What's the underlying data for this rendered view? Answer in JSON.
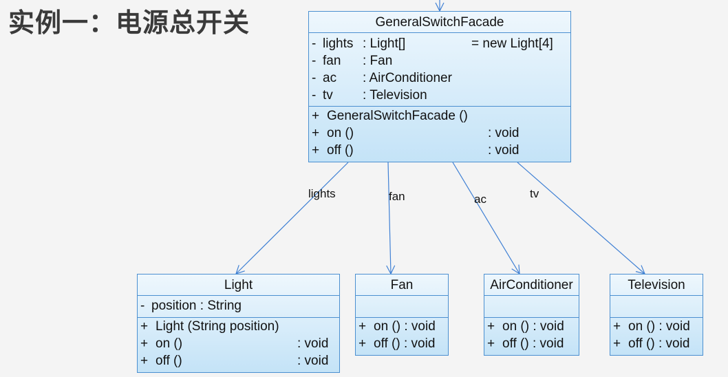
{
  "title": "实例一：电源总开关",
  "facade": {
    "name": "GeneralSwitchFacade",
    "attributes": [
      {
        "vis": "-",
        "name": "lights",
        "type": ": Light[]",
        "init": "= new Light[4]"
      },
      {
        "vis": "-",
        "name": "fan",
        "type": ": Fan",
        "init": ""
      },
      {
        "vis": "-",
        "name": "ac",
        "type": ": AirConditioner",
        "init": ""
      },
      {
        "vis": "-",
        "name": "tv",
        "type": ": Television",
        "init": ""
      }
    ],
    "operations": [
      {
        "vis": "+",
        "name": "GeneralSwitchFacade ()",
        "ret": ""
      },
      {
        "vis": "+",
        "name": "on ()",
        "ret": ": void"
      },
      {
        "vis": "+",
        "name": "off ()",
        "ret": ": void"
      }
    ]
  },
  "light": {
    "name": "Light",
    "attributes": [
      {
        "vis": "-",
        "text": "position  : String"
      }
    ],
    "operations": [
      {
        "vis": "+",
        "name": "Light (String position)",
        "ret": ""
      },
      {
        "vis": "+",
        "name": "on ()",
        "ret": ": void"
      },
      {
        "vis": "+",
        "name": "off ()",
        "ret": ": void"
      }
    ]
  },
  "fan": {
    "name": "Fan",
    "operations": [
      {
        "vis": "+",
        "text": "on () : void"
      },
      {
        "vis": "+",
        "text": "off () : void"
      }
    ]
  },
  "air_conditioner": {
    "name": "AirConditioner",
    "operations": [
      {
        "vis": "+",
        "text": "on () : void"
      },
      {
        "vis": "+",
        "text": "off () : void"
      }
    ]
  },
  "television": {
    "name": "Television",
    "operations": [
      {
        "vis": "+",
        "text": "on () : void"
      },
      {
        "vis": "+",
        "text": "off () : void"
      }
    ]
  },
  "associations": {
    "lights": "lights",
    "fan": "fan",
    "ac": "ac",
    "tv": "tv"
  },
  "colors": {
    "border": "#4a8fd0",
    "fill_top": "#eef7fd",
    "fill_bottom": "#c4e3f7",
    "line": "#3f80d4"
  }
}
